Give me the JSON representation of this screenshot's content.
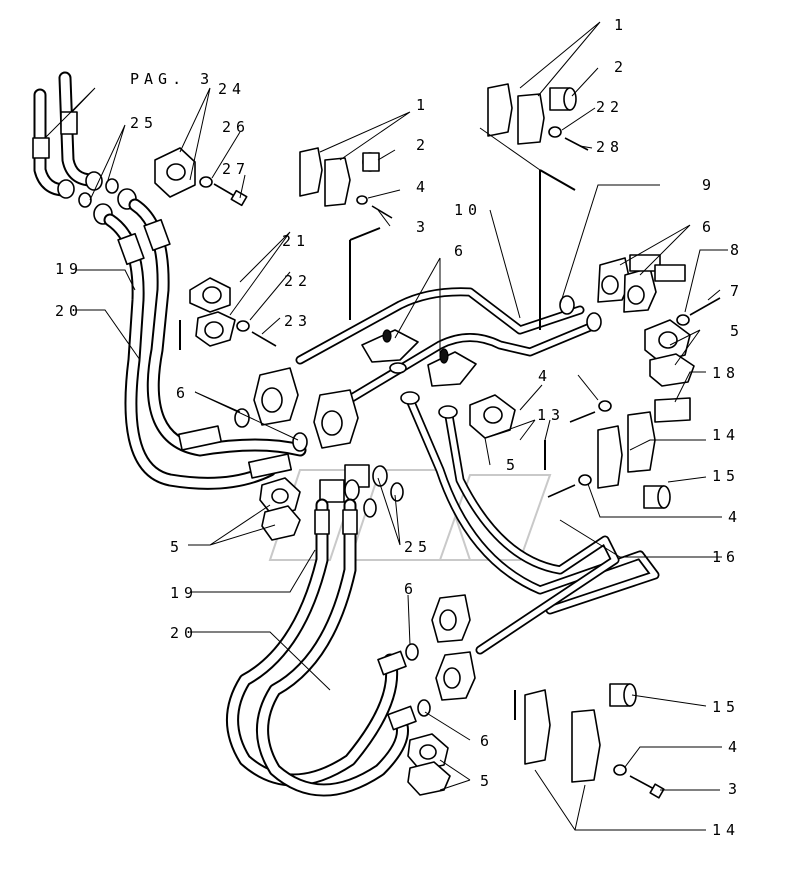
{
  "diagram": {
    "reference": "PAG. 3",
    "callouts": {
      "c1_top": "1",
      "c2_top": "2",
      "c22_top": "22",
      "c28": "28",
      "c1_mid": "1",
      "c2_mid": "2",
      "c4_mid": "4",
      "c3_mid": "3",
      "c24": "24",
      "c25_top": "25",
      "c26": "26",
      "c27": "27",
      "c9": "9",
      "c10": "10",
      "c6_right": "6",
      "c8": "8",
      "c7": "7",
      "c5_right": "5",
      "c18": "18",
      "c21": "21",
      "c22_mid": "22",
      "c23": "23",
      "c6_center": "6",
      "c19_top": "19",
      "c20_top": "20",
      "c6_left": "6",
      "c4_center": "4",
      "c13": "13",
      "c14_right": "14",
      "c15_right": "15",
      "c5_center": "5",
      "c4_right": "4",
      "c16": "16",
      "c5_left": "5",
      "c25_bottom": "25",
      "c19_bottom": "19",
      "c20_bottom": "20",
      "c6_lower": "6",
      "c15_bottom": "15",
      "c6_bottom": "6",
      "c5_bottom": "5",
      "c4_bottom": "4",
      "c3_bottom": "3",
      "c14_bottom": "14"
    }
  }
}
